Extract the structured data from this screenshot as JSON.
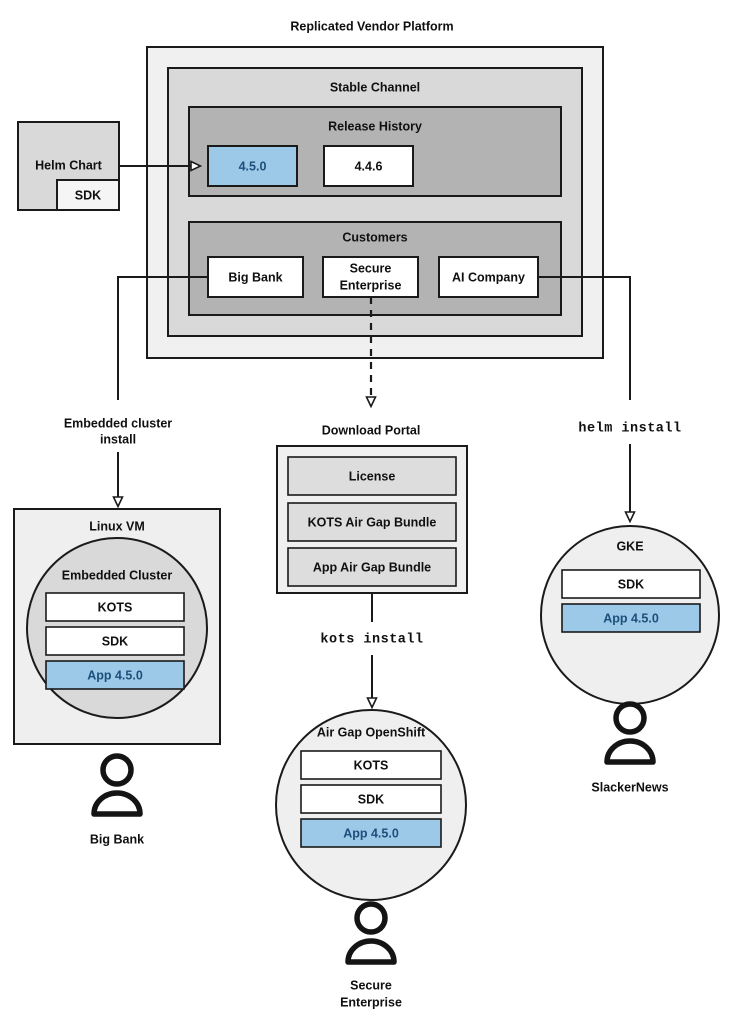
{
  "diagram": {
    "title": "Replicated Vendor Platform",
    "platform": {
      "stable_channel": {
        "title": "Stable Channel",
        "release_history": {
          "title": "Release History",
          "releases": [
            {
              "version": "4.5.0",
              "highlighted": true
            },
            {
              "version": "4.4.6",
              "highlighted": false
            }
          ]
        },
        "customers": {
          "title": "Customers",
          "items": [
            {
              "name": "Big Bank"
            },
            {
              "name": "Secure",
              "name2": "Enterprise"
            },
            {
              "name": "AI Company"
            }
          ]
        }
      }
    },
    "helm_chart": {
      "title": "Helm Chart",
      "sdk_label": "SDK"
    },
    "edges": {
      "embedded_cluster_install": "Embedded cluster",
      "embedded_cluster_install2": "install",
      "download_portal_label": "Download Portal",
      "helm_install": "helm install",
      "kots_install": "kots install"
    },
    "download_portal": {
      "title": "Download Portal",
      "artifacts": [
        "License",
        "KOTS Air Gap Bundle",
        "App Air Gap Bundle"
      ]
    },
    "targets": {
      "linux_vm": {
        "title": "Linux VM",
        "cluster_title": "Embedded Cluster",
        "components": [
          {
            "label": "KOTS",
            "highlighted": false
          },
          {
            "label": "SDK",
            "highlighted": false
          },
          {
            "label": "App 4.5.0",
            "highlighted": true
          }
        ],
        "customer": "Big Bank"
      },
      "airgap_openshift": {
        "title": "Air Gap OpenShift",
        "components": [
          {
            "label": "KOTS",
            "highlighted": false
          },
          {
            "label": "SDK",
            "highlighted": false
          },
          {
            "label": "App 4.5.0",
            "highlighted": true
          }
        ],
        "customer_line1": "Secure",
        "customer_line2": "Enterprise"
      },
      "gke": {
        "title": "GKE",
        "components": [
          {
            "label": "SDK",
            "highlighted": false
          },
          {
            "label": "App 4.5.0",
            "highlighted": true
          }
        ],
        "customer": "SlackerNews"
      }
    },
    "colors": {
      "highlight_fill": "#9dc9e8",
      "highlight_stroke": "#2d6ca8",
      "highlight_text": "#1c4f7c",
      "outer_panel": "#f0f0f0",
      "mid_panel": "#d9d9d9",
      "inner_panel": "#b3b3b3",
      "white_box": "#ffffff",
      "light_grey_box": "#dddddd",
      "stroke": "#1a1a1a"
    },
    "icons": {
      "person": "person-icon",
      "arrow": "arrow-head"
    }
  }
}
